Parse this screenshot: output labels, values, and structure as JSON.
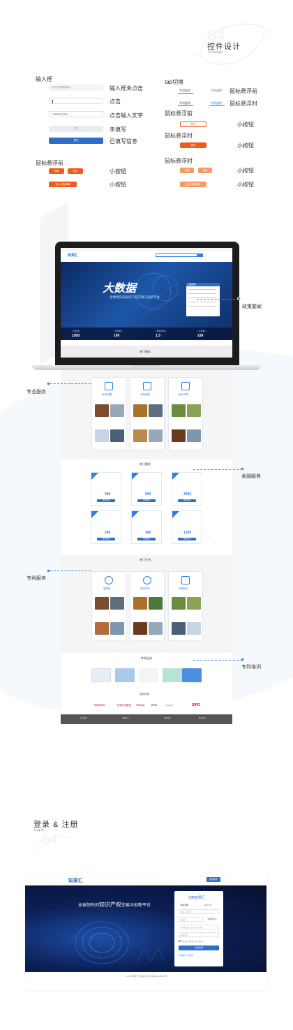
{
  "section1": {
    "number": "04",
    "title": "控件设计",
    "subtitle": "UI design"
  },
  "inputs": {
    "heading": "输入框",
    "field_placeholder": "手机号/邮箱/昵称",
    "field_value": "13568670283",
    "field_button_disabled": "提交",
    "field_button_filled": "提交",
    "label_idle": "输入框未点击",
    "label_click": "点击",
    "label_typing": "点击输入文字",
    "label_empty": "未填写",
    "label_filled": "已填写信息"
  },
  "tabs": {
    "heading": "tab切换",
    "tab_a": "专利盖保",
    "tab_b": "专利盖保",
    "tab_c": "专利盖保",
    "tab_d": "专利盖保",
    "label_hover": "鼠标悬浮前",
    "label_hovered": "鼠标悬浮时"
  },
  "small_buttons_right": {
    "heading_before": "鼠标悬浮前",
    "heading_during": "鼠标悬浮时",
    "outline_label": "提交",
    "filled_label": "提交",
    "label_small": "小按钮"
  },
  "hover_left": {
    "heading": "鼠标悬浮前",
    "chip_a": "价格",
    "chip_b": "评论",
    "wide": "加入采购清单",
    "label_small": "小按钮"
  },
  "hover_right": {
    "heading": "鼠标悬浮时",
    "chip_a": "价格",
    "chip_b": "评论",
    "wide": "加入采购清单",
    "label_small": "小按钮"
  },
  "annotations": {
    "policy": "政策要闻",
    "professional": "专业服务",
    "finance": "金融服务",
    "patent": "专利服务",
    "training": "专利培训"
  },
  "site": {
    "brand": "知果汇",
    "banner_title": "大数据",
    "banner_sub": "全球领先的知识产权交易与创新平台",
    "news_title": "政策要闻",
    "stats": [
      {
        "label": "[ 企业数 ]",
        "value": "1000"
      },
      {
        "label": "[ 专利数 ]",
        "value": "100"
      },
      {
        "label": "[ 服务机构 ]",
        "value": "1.5"
      },
      {
        "label": "[ 交易额 ]",
        "value": "239"
      }
    ],
    "service_heading": "热门服务",
    "service_items": [
      "专利代理",
      "专利维权",
      "设计开发"
    ],
    "finance_heading": "热门融资",
    "finance_prices": [
      "300",
      "500",
      "3000",
      "180",
      "260",
      "1200"
    ],
    "finance_cta": "查看详情",
    "patent_heading": "热门专利",
    "patent_items": [
      "高质量",
      "发明专利",
      "外观设计"
    ],
    "training_heading": "专利培训",
    "partners_heading": "合作伙伴",
    "partners": [
      "SINOPEC",
      "中国华电集团",
      "TECAN",
      "EPIC",
      "epcpat",
      "SIPO"
    ],
    "footer_items": [
      "关于我们",
      "帮助中心",
      "联系我们",
      "服务协议"
    ]
  },
  "section2": {
    "number": "04",
    "title": "登录 & 注册",
    "subtitle": "Log in"
  },
  "login": {
    "brand": "知果汇",
    "header_button": "返回首页",
    "hero_text_a": "全球领先的",
    "hero_text_b": "知识产权",
    "hero_text_c": "交易与创新平台",
    "form_title": "注册知果汇",
    "phone_label": "手机注册",
    "email_label": "邮箱注册",
    "phone_placeholder": "请输入手机号",
    "code_placeholder": "验证码",
    "get_code": "获取验证码",
    "pwd_placeholder": "6~20位字母、数字和符号组合",
    "confirm_placeholder": "确认密码",
    "agree": "我已阅读并同意《用户协议》",
    "submit": "立即注册",
    "login_link": "已有账号？去登录",
    "footer": "© 2019 知果汇 版权所有 京ICP备12345678号"
  },
  "colors": {
    "brand_blue": "#2d7ee5",
    "accent_orange": "#f25a1c",
    "dark": "#1c1c1e"
  }
}
